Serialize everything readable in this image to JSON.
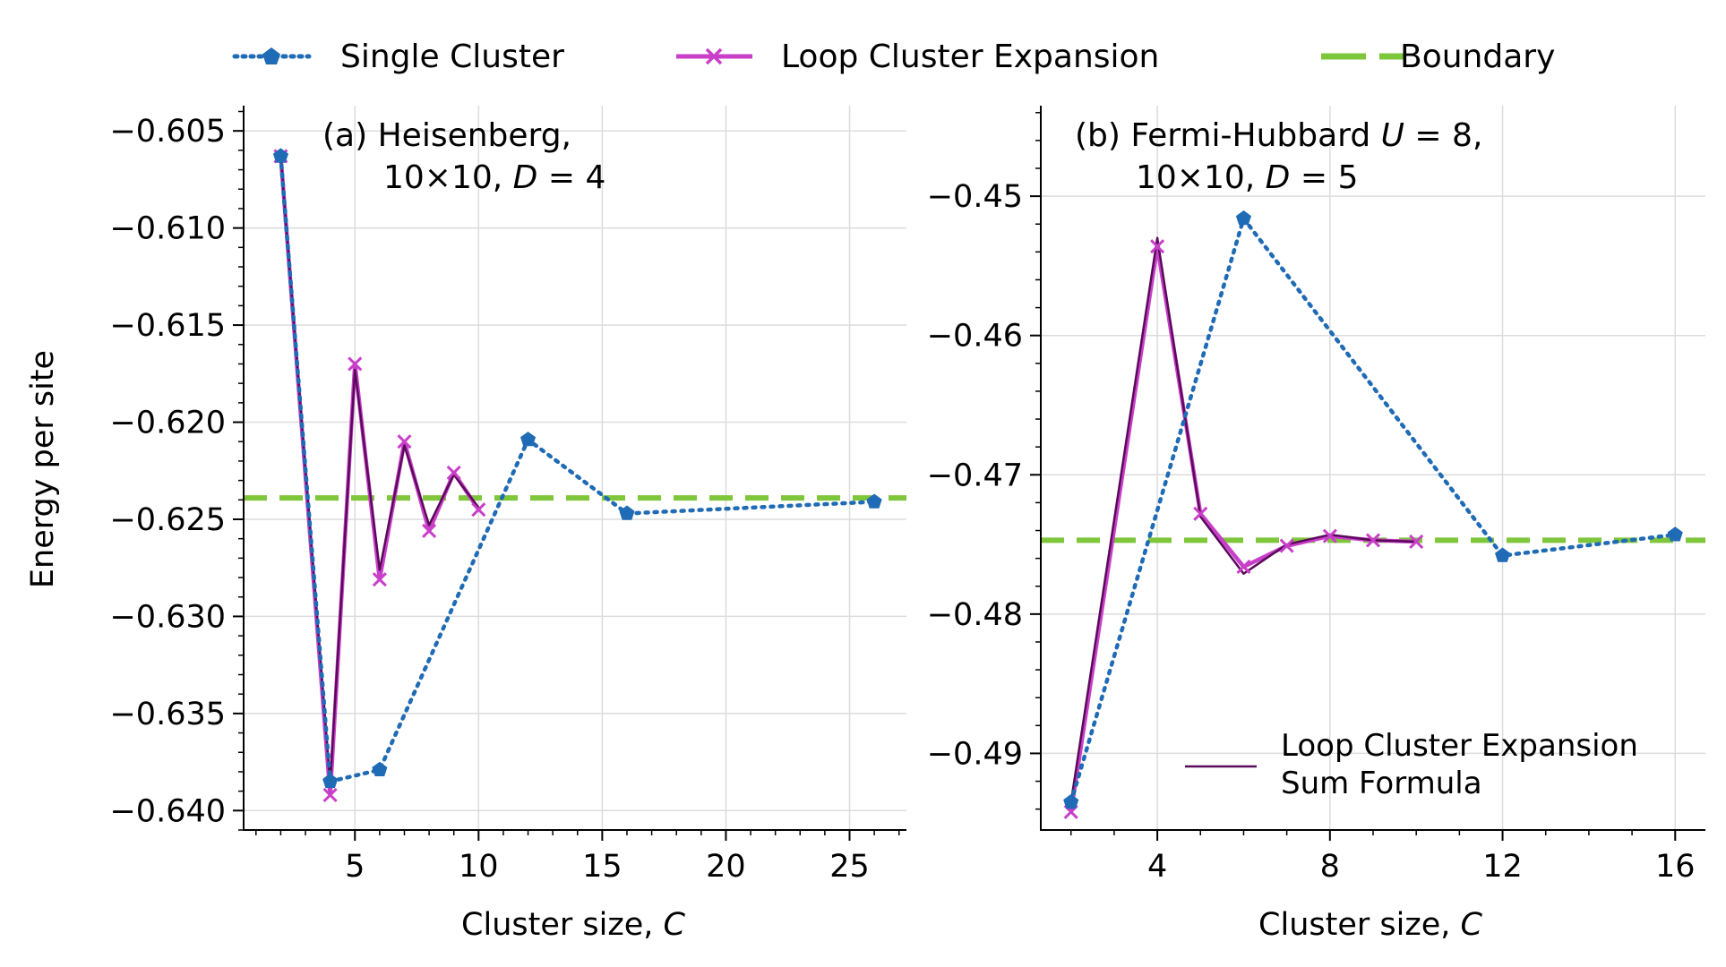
{
  "legend": {
    "entries": [
      {
        "label": "Single Cluster",
        "color": "#1f6bb5",
        "style": "dotted",
        "marker": "pentagon"
      },
      {
        "label": "Loop Cluster Expansion",
        "color": "#c93fc9",
        "style": "solid",
        "marker": "x"
      },
      {
        "label": "Boundary",
        "color": "#7ec63a",
        "style": "dashed",
        "marker": "none"
      }
    ]
  },
  "chart_data": [
    {
      "type": "line",
      "title_line1": "(a) Heisenberg,",
      "title_line2_pre": "10×10, ",
      "title_line2_var": "D",
      "title_line2_post": " = 4",
      "xlabel_text": "Cluster size, ",
      "xlabel_var": "C",
      "ylabel": "Energy per site",
      "xlim": [
        0.5,
        27.3
      ],
      "ylim": [
        -0.641,
        -0.6037
      ],
      "xticks": [
        5,
        10,
        15,
        20,
        25
      ],
      "xtick_labels": [
        "5",
        "10",
        "15",
        "20",
        "25"
      ],
      "yticks": [
        -0.605,
        -0.61,
        -0.615,
        -0.62,
        -0.625,
        -0.63,
        -0.635,
        -0.64
      ],
      "ytick_labels": [
        "−0.605",
        "−0.610",
        "−0.615",
        "−0.620",
        "−0.625",
        "−0.630",
        "−0.635",
        "−0.640"
      ],
      "grid": true,
      "boundary": -0.6239,
      "series": [
        {
          "name": "Single Cluster",
          "x": [
            2,
            4,
            6,
            12,
            16,
            26
          ],
          "y": [
            -0.6063,
            -0.6385,
            -0.6379,
            -0.6209,
            -0.6247,
            -0.6241
          ]
        },
        {
          "name": "Loop Cluster Expansion",
          "x": [
            2,
            4,
            5,
            6,
            7,
            8,
            9,
            10
          ],
          "y": [
            -0.6063,
            -0.6392,
            -0.617,
            -0.6281,
            -0.621,
            -0.6256,
            -0.6226,
            -0.6245
          ]
        },
        {
          "name": "Loop Cluster Expansion Sum Formula",
          "x": [
            2,
            4,
            5,
            6,
            7,
            8,
            9,
            10
          ],
          "y": [
            -0.6063,
            -0.6386,
            -0.6173,
            -0.6276,
            -0.6212,
            -0.6253,
            -0.6227,
            -0.6244
          ]
        }
      ]
    },
    {
      "type": "line",
      "title_line1_pre": "(b) Fermi-Hubbard ",
      "title_line1_var": "U",
      "title_line1_post": " = 8,",
      "title_line2_pre": "10×10, ",
      "title_line2_var": "D",
      "title_line2_post": " = 5",
      "xlabel_text": "Cluster size, ",
      "xlabel_var": "C",
      "xlim": [
        1.3,
        16.7
      ],
      "ylim": [
        -0.4955,
        -0.4435
      ],
      "xticks": [
        4,
        8,
        12,
        16
      ],
      "xtick_labels": [
        "4",
        "8",
        "12",
        "16"
      ],
      "yticks": [
        -0.45,
        -0.46,
        -0.47,
        -0.48,
        -0.49
      ],
      "ytick_labels": [
        "−0.45",
        "−0.46",
        "−0.47",
        "−0.48",
        "−0.49"
      ],
      "grid": true,
      "boundary": -0.4747,
      "inner_legend": {
        "line1": "Loop Cluster Expansion",
        "line2": "Sum Formula",
        "color": "#5a0a5a"
      },
      "series": [
        {
          "name": "Single Cluster",
          "x": [
            2,
            6,
            12,
            16
          ],
          "y": [
            -0.4935,
            -0.4516,
            -0.4758,
            -0.4743
          ]
        },
        {
          "name": "Loop Cluster Expansion",
          "x": [
            2,
            4,
            5,
            6,
            7,
            8,
            9,
            10
          ],
          "y": [
            -0.4942,
            -0.4536,
            -0.4728,
            -0.4766,
            -0.4751,
            -0.4744,
            -0.4747,
            -0.4748
          ]
        },
        {
          "name": "Loop Cluster Expansion Sum Formula",
          "x": [
            2,
            4,
            5,
            6,
            7,
            8,
            9,
            10
          ],
          "y": [
            -0.4935,
            -0.453,
            -0.473,
            -0.4771,
            -0.475,
            -0.4743,
            -0.4747,
            -0.4748
          ]
        }
      ]
    }
  ]
}
